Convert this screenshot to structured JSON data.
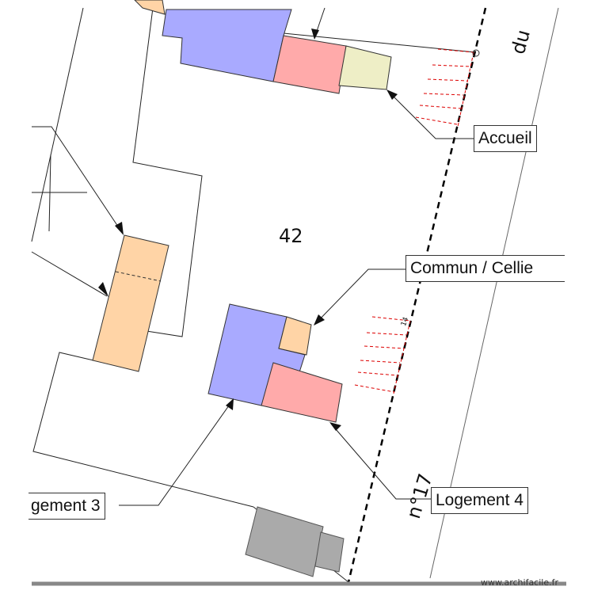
{
  "plan": {
    "lot_number": "42",
    "road_label_top": "du",
    "road_label_bottom": "n°17",
    "dimension_label": "14",
    "watermark": "www.archifacile.fr"
  },
  "callouts": {
    "accueil": "Accueil",
    "commun_cellier": "Commun / Cellie",
    "logement_3": "gement 3",
    "logement_4": "Logement 4"
  },
  "colors": {
    "blue": "#a9aaff",
    "pink": "#ffaaaa",
    "orange": "#ffd4a6",
    "yellow": "#eeeec6",
    "gray": "#aaaaaa",
    "red_dash": "#dd0000"
  }
}
